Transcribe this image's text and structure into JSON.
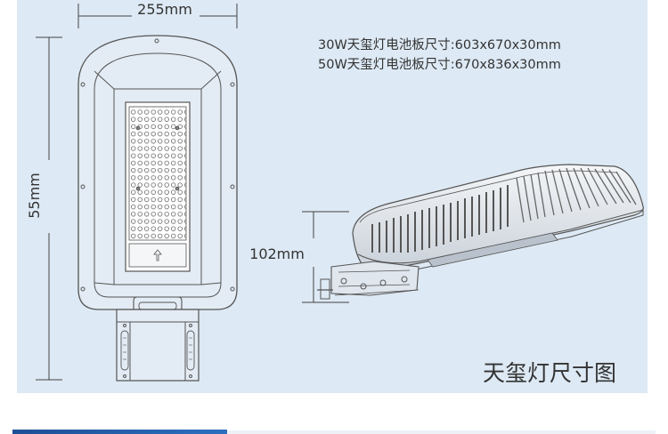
{
  "dimensions": {
    "width_label": "255mm",
    "height_label": "55mm",
    "side_height_label": "102mm"
  },
  "specs": [
    "30W天玺灯电池板尺寸:603x670x30mm",
    "50W天玺灯电池板尺寸:670x836x30mm"
  ],
  "caption": "天玺灯尺寸图",
  "colors": {
    "panel_background": "#dde9f4",
    "line_color": "#4a4a4a",
    "footer_accent": "#1d4f95"
  }
}
